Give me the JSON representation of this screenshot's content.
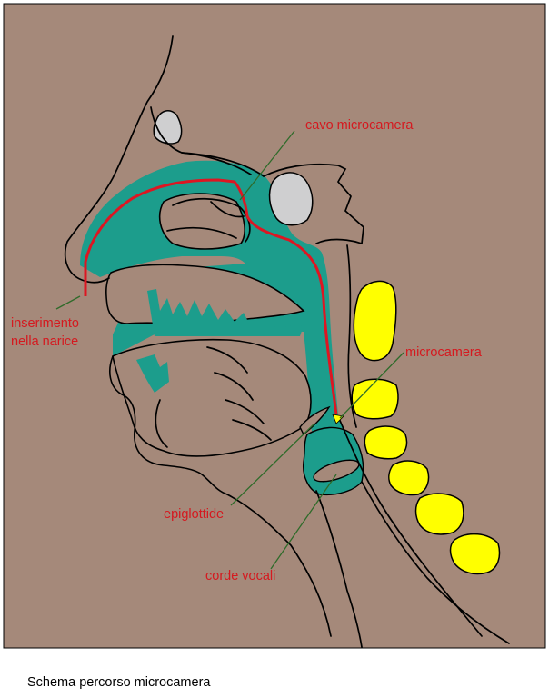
{
  "colors": {
    "background": "#a5897a",
    "airway": "#1c9d8c",
    "bone_gray": "#cfcfd0",
    "vertebra": "#ffff00",
    "path": "#dd1622",
    "label_text": "#d5191f",
    "leader": "#2f6b2a",
    "outline": "#000000"
  },
  "labels": {
    "cavo": "cavo microcamera",
    "inserimento_1": "inserimento",
    "inserimento_2": "nella narice",
    "microcamera": "microcamera",
    "epiglottide": "epiglottide",
    "corde": "corde vocali"
  },
  "caption": "Schema percorso microcamera"
}
